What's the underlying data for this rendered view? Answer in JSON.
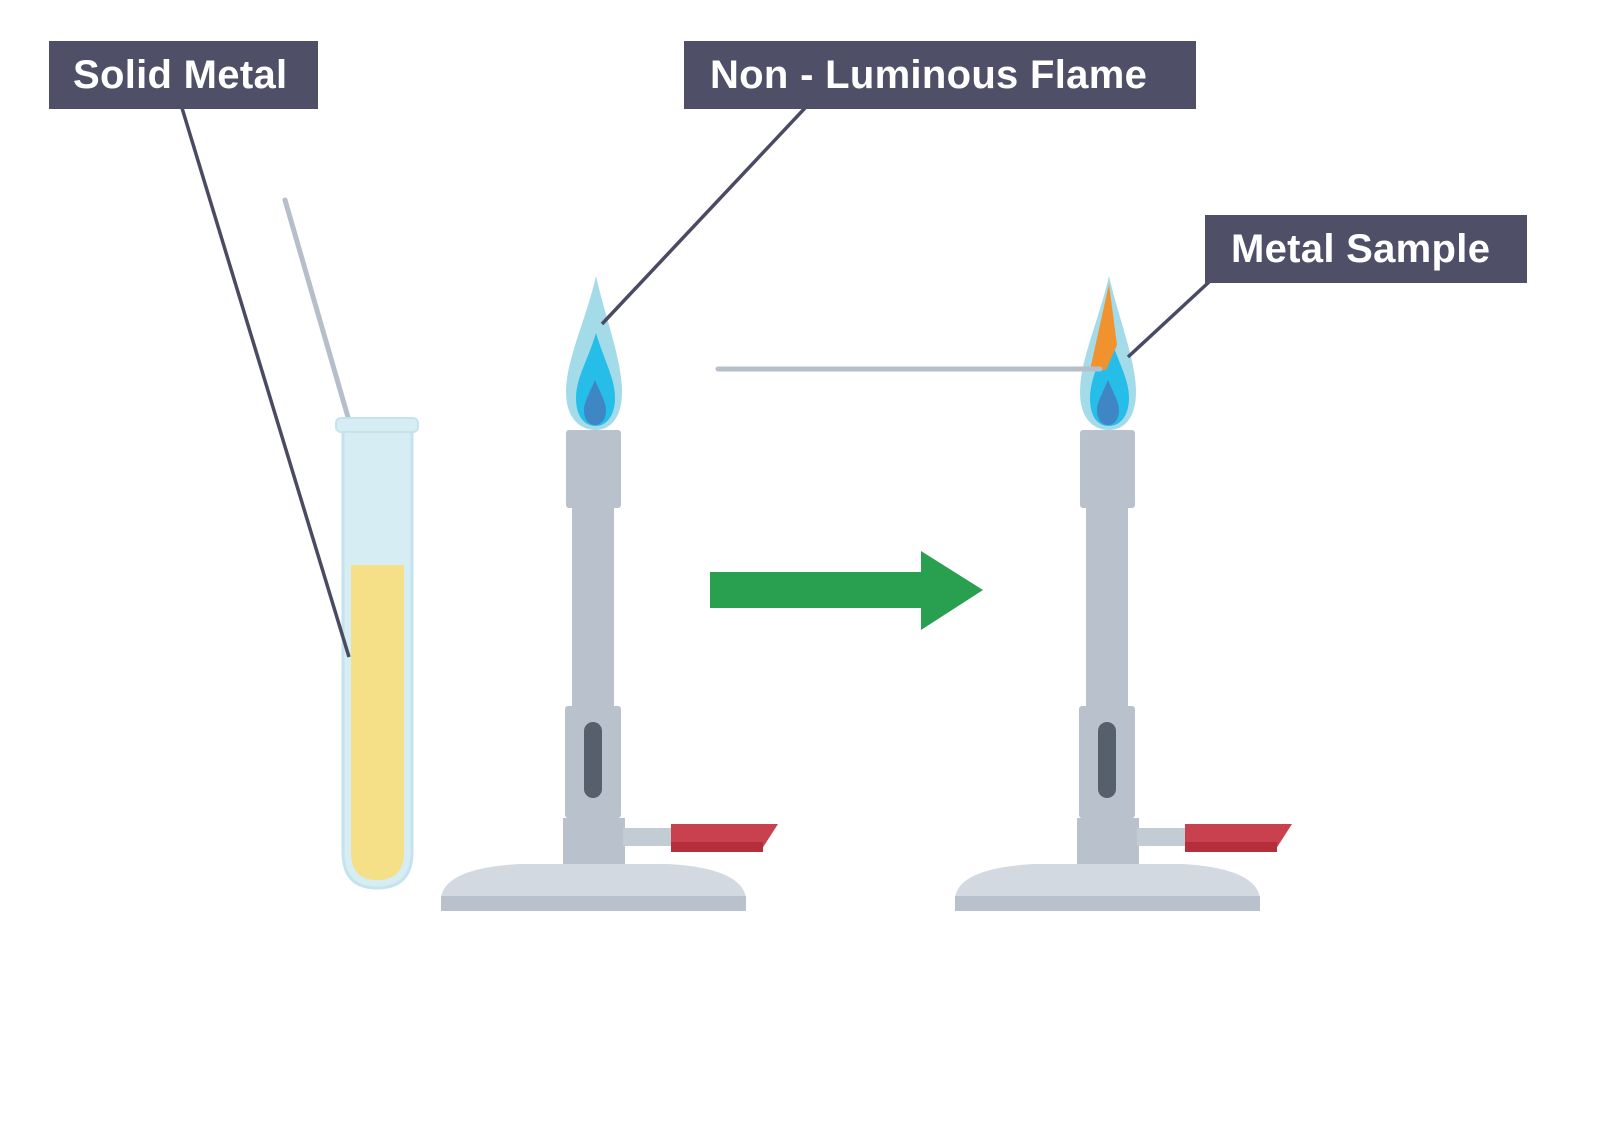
{
  "labels": {
    "solid_metal": "Solid Metal",
    "flame": "Non - Luminous Flame",
    "sample": "Metal Sample"
  },
  "colors": {
    "label_bg": "#4f5068",
    "leader_line": "#4a4b63",
    "burner_body": "#b9c2cc",
    "burner_base": "#d3d9e1",
    "gas_tap": "#c9414f",
    "flame_outer": "#a4dbe9",
    "flame_mid": "#26bde9",
    "flame_inner": "#3f86c5",
    "metal_sample_flame": "#f0932f",
    "test_tube_glass": "#d6edf4",
    "solid_metal_fill": "#f5df87",
    "arrow": "#28a050"
  },
  "icons": {
    "arrow": "right-arrow-icon",
    "burner": "bunsen-burner-icon",
    "test_tube": "test-tube-icon"
  }
}
